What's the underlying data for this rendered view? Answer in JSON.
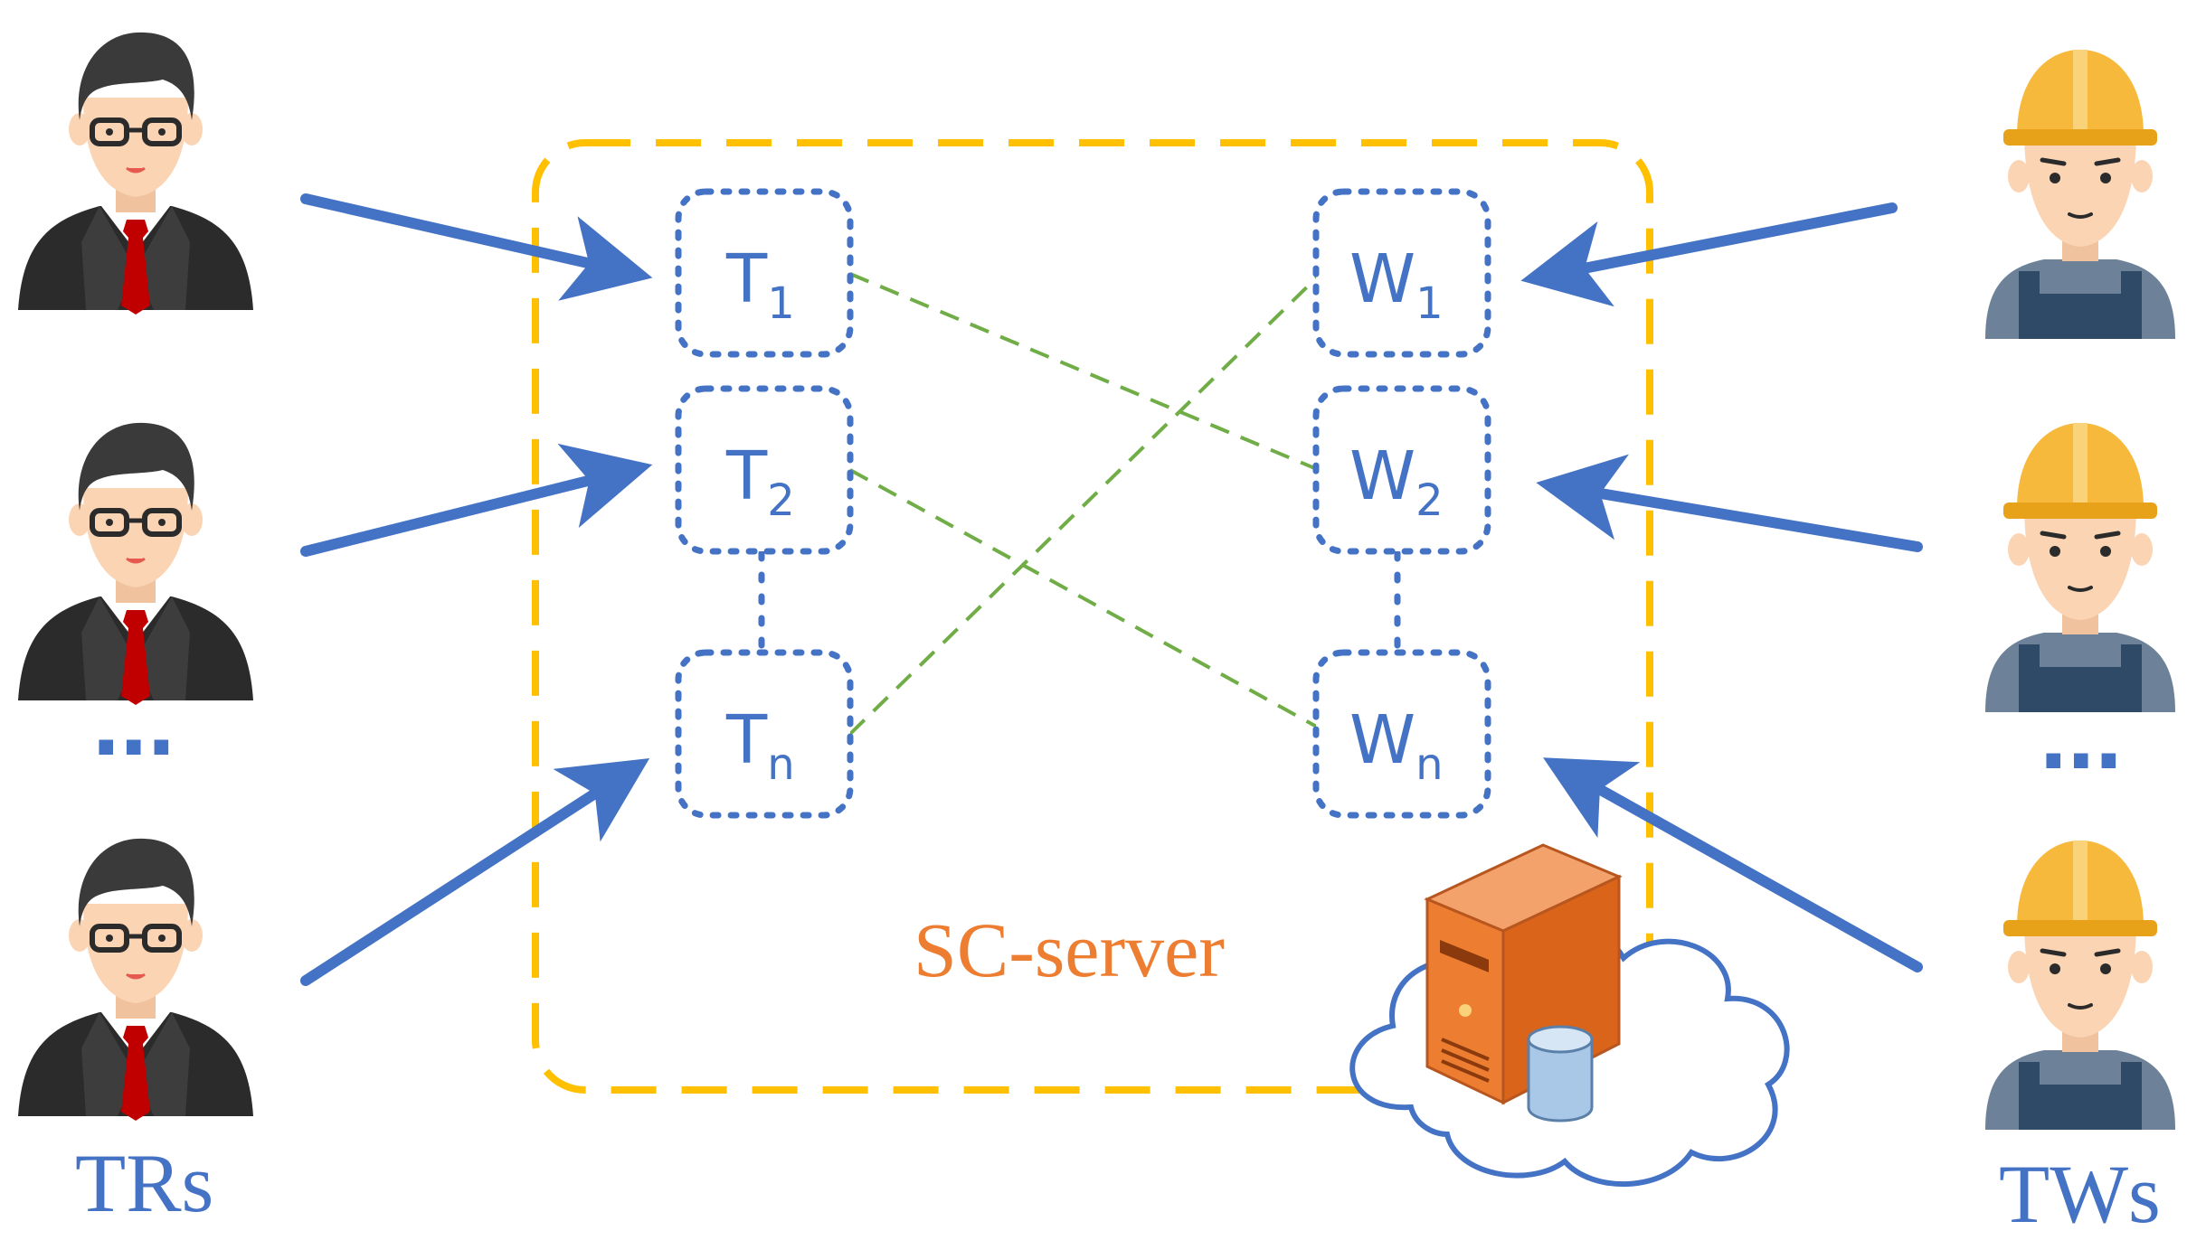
{
  "labels": {
    "requesters": "TRs",
    "workers": "TWs",
    "server": "SC-server",
    "ellipsis": "..."
  },
  "tasks": [
    {
      "main": "T",
      "sub": "1"
    },
    {
      "main": "T",
      "sub": "2"
    },
    {
      "main": "T",
      "sub": "n"
    }
  ],
  "workers": [
    {
      "main": "W",
      "sub": "1"
    },
    {
      "main": "W",
      "sub": "2"
    },
    {
      "main": "W",
      "sub": "n"
    }
  ],
  "assignments": [
    {
      "task": "1",
      "worker": "2"
    },
    {
      "task": "2",
      "worker": "n"
    },
    {
      "task": "n",
      "worker": "1"
    }
  ],
  "colors": {
    "blue": "#4472C4",
    "orange": "#ED7D31",
    "yellow": "#FFC000",
    "green": "#70AD47",
    "suit": "#2B2B2B",
    "tie": "#C00000",
    "hair": "#3A3A3A",
    "skin": "#FBD4B4",
    "helmet": "#F6B93B",
    "overall": "#2F4A66",
    "shirt": "#6D8299"
  }
}
